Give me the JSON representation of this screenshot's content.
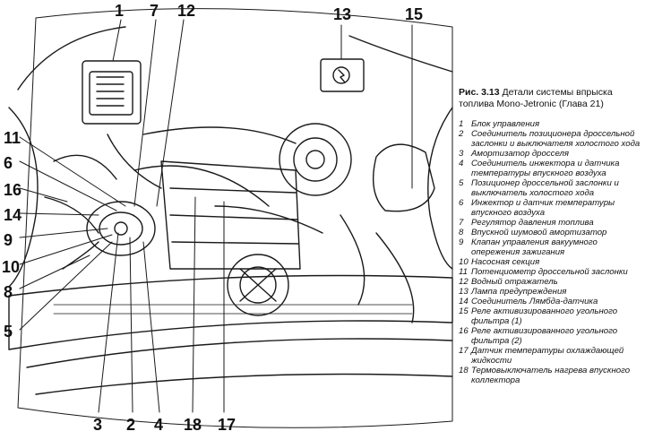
{
  "caption": {
    "figure": "Рис. 3.13",
    "title": "Детали системы впрыска топлива Mono-Jetronic (Глава 21)"
  },
  "callouts": [
    "1",
    "7",
    "12",
    "13",
    "15",
    "11",
    "6",
    "16",
    "14",
    "9",
    "10",
    "8",
    "5",
    "3",
    "2",
    "4",
    "18",
    "17"
  ],
  "legend": [
    {
      "n": "1",
      "text": "Блок управления"
    },
    {
      "n": "2",
      "text": "Соединитель позиционера дроссельной заслонки и выключателя холостого хода"
    },
    {
      "n": "3",
      "text": "Амортизатор дросселя"
    },
    {
      "n": "4",
      "text": "Соединитель инжектора и датчика температуры впускного воздуха"
    },
    {
      "n": "5",
      "text": "Позиционер дроссельной заслонки и выключатель холостого хода"
    },
    {
      "n": "6",
      "text": "Инжектор и датчик температуры впускного воздуха"
    },
    {
      "n": "7",
      "text": "Регулятор давления топлива"
    },
    {
      "n": "8",
      "text": "Впускной шумовой амортизатор"
    },
    {
      "n": "9",
      "text": "Клапан управления вакуумного опережения зажигания"
    },
    {
      "n": "10",
      "text": "Насосная секция"
    },
    {
      "n": "11",
      "text": "Потенциометр дроссельной заслонки"
    },
    {
      "n": "12",
      "text": "Водный отражатель"
    },
    {
      "n": "13",
      "text": "Лампа предупреждения"
    },
    {
      "n": "14",
      "text": "Соединитель Лямбда-датчика"
    },
    {
      "n": "15",
      "text": "Реле активизированного угольного фильтра (1)"
    },
    {
      "n": "16",
      "text": "Реле активизированного угольного фильтра (2)"
    },
    {
      "n": "17",
      "text": "Датчик температуры охлаждающей жидкости"
    },
    {
      "n": "18",
      "text": "Термовыключатель нагрева впускного коллектора"
    }
  ]
}
